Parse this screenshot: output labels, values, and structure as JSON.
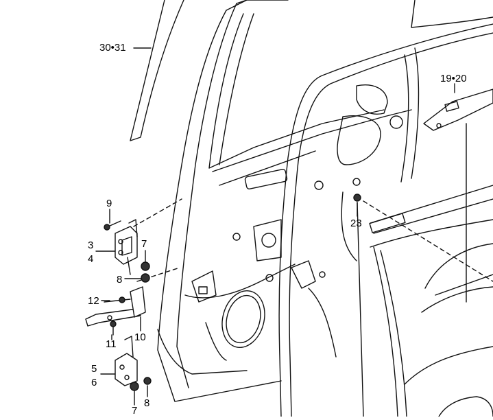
{
  "diagram": {
    "callouts": {
      "c30_31": "30•31",
      "c19_20": "19•20",
      "c23": "23",
      "c9": "9",
      "c3": "3",
      "c4": "4",
      "c7a": "7",
      "c8a": "8",
      "c12": "12",
      "c11": "11",
      "c10": "10",
      "c5": "5",
      "c6": "6",
      "c7b": "7",
      "c8b": "8"
    }
  }
}
